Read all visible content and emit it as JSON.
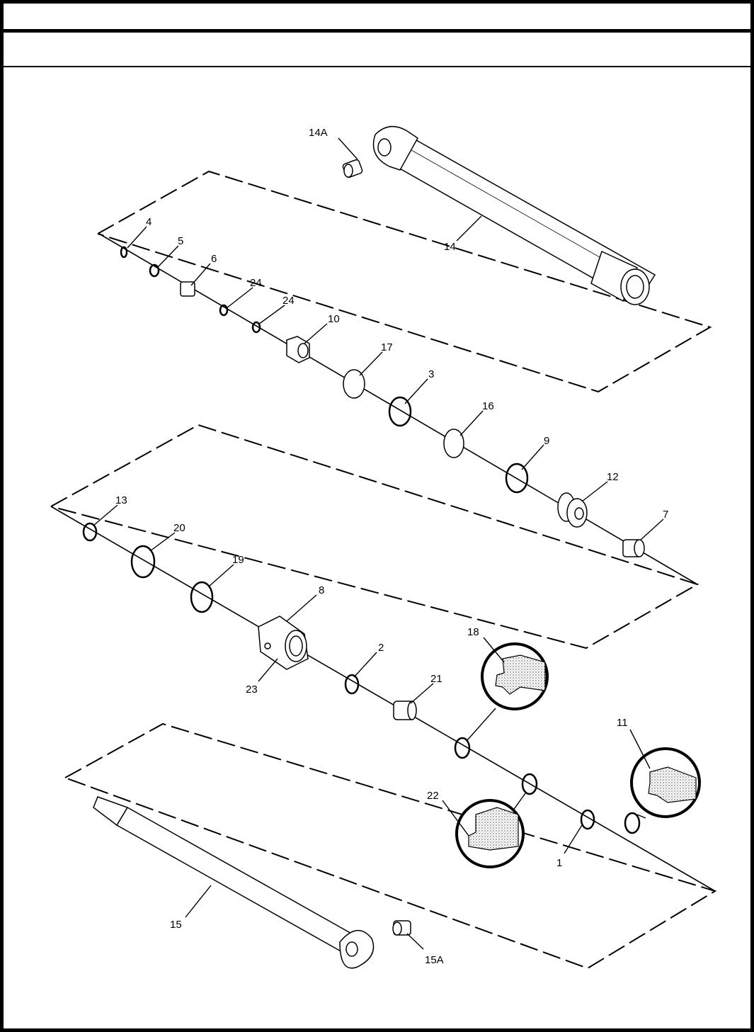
{
  "header": {
    "title_row": "",
    "subtitle_row": ""
  },
  "diagram": {
    "type": "exploded parts view",
    "callouts": [
      "14A",
      "4",
      "5",
      "6",
      "24",
      "24",
      "10",
      "17",
      "3",
      "16",
      "9",
      "12",
      "7",
      "13",
      "20",
      "19",
      "8",
      "23",
      "2",
      "21",
      "18",
      "11",
      "22",
      "1",
      "14",
      "15",
      "15A"
    ]
  }
}
